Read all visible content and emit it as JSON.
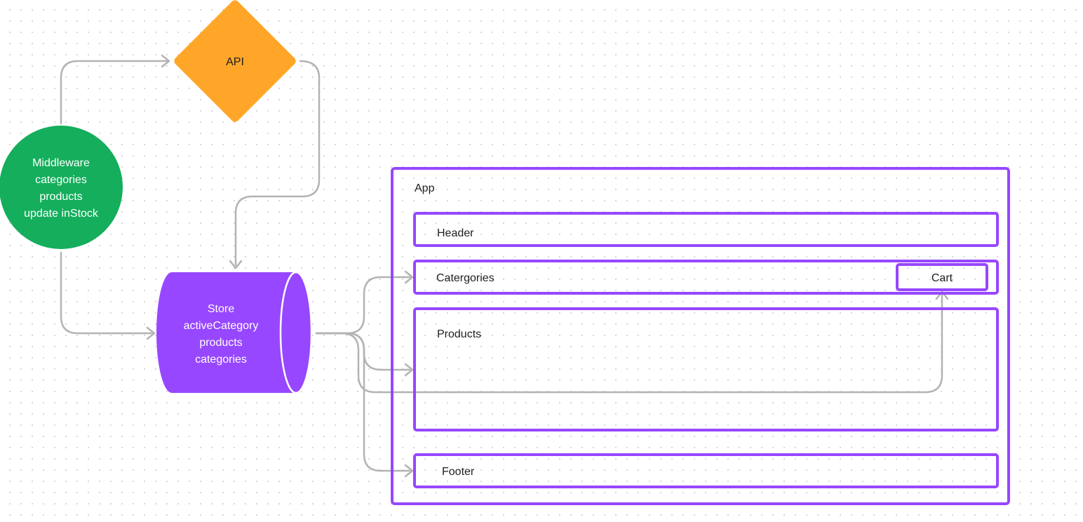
{
  "colors": {
    "middleware": "#14ae5c",
    "api": "#ffa629",
    "store": "#9747ff",
    "frame": "#9747ff",
    "connector": "#b3b3b3"
  },
  "middleware": {
    "lines": [
      "Middleware",
      "categories",
      "products",
      "update inStock"
    ]
  },
  "api": {
    "label": "API"
  },
  "store": {
    "lines": [
      "Store",
      "activeCategory",
      "products",
      "categories"
    ]
  },
  "app": {
    "label": "App",
    "header": {
      "label": "Header"
    },
    "categories": {
      "label": "Catergories"
    },
    "cart": {
      "label": "Cart"
    },
    "products": {
      "label": "Products"
    },
    "footer": {
      "label": "Footer"
    }
  }
}
